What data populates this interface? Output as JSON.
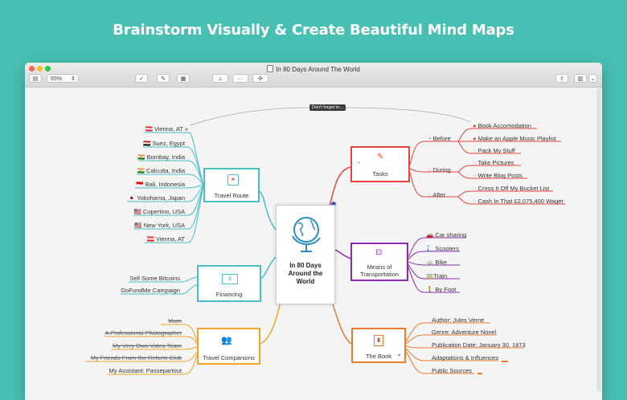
{
  "headline": "Brainstorm Visually & Create Beautiful Mind Maps",
  "window": {
    "title": "In 80 Days Around The World",
    "zoom": "65%"
  },
  "tooltip": "Don't forget to...",
  "central": {
    "line1": "In 80 Days",
    "line2": "Around the",
    "line3": "World"
  },
  "travel_route": {
    "title": "Travel Route",
    "items": [
      "🇦🇹 Vienna, AT »",
      "🇪🇬 Suez, Egypt",
      "🇮🇳 Bombay, India",
      "🇮🇳 Calcutta, India",
      "🇮🇩 Bali, Indonesia",
      "🇯🇵 Yokohama, Japan",
      "🇺🇸 Cupertino, USA",
      "🇺🇸 New York, USA",
      "🇦🇹 Vienna, AT"
    ]
  },
  "financing": {
    "title": "Financing",
    "items": [
      "Sell Some Bitcoins",
      "GoFundMe Campaign"
    ]
  },
  "companions": {
    "title": "Travel Companions",
    "items": [
      "Mum",
      "A Professional Photographer",
      "My Very Own Video Team",
      "My Friends From the Reform Club",
      "My Assistant: Passepartout"
    ]
  },
  "tasks": {
    "title": "Tasks",
    "groups": [
      {
        "label": "Before",
        "items": [
          "Book Accomodation",
          "Make an Apple Music Playlist",
          "Pack My Stuff"
        ]
      },
      {
        "label": "During",
        "items": [
          "Take Pictures",
          "Write Blog Posts"
        ]
      },
      {
        "label": "After",
        "items": [
          "Cross It Off My Bucket List",
          "Cash In That £2,075,400 Wager"
        ]
      }
    ]
  },
  "transport": {
    "title_line1": "Means of",
    "title_line2": "Transportation",
    "items": [
      "🚗 Car sharing",
      "🛴 Scooters",
      "🚲 Bike",
      "🚃Train",
      "🚶 By Foot"
    ]
  },
  "book": {
    "title": "The Book",
    "items": [
      "Author: Jules Verne",
      "Genre: Adventure Novel",
      "Publication Date: January 30, 1873",
      "Adaptations & Influences",
      "Public Sources"
    ]
  },
  "colors": {
    "tasks": "#e8453c",
    "transport": "#8e2bb0",
    "book": "#f07a2e",
    "route": "#48bfc4",
    "finance": "#48bfc4",
    "companions": "#f2a42a"
  }
}
